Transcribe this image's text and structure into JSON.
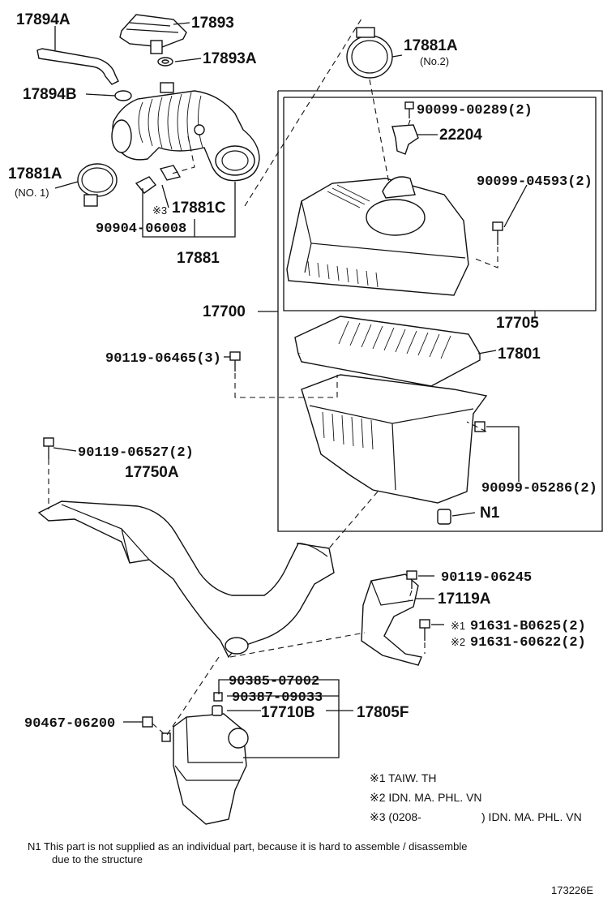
{
  "parts": {
    "p17894A": "17894A",
    "p17893": "17893",
    "p17893A": "17893A",
    "p17894B": "17894B",
    "p17881A_1": "17881A",
    "p17881A_1_sub": "(NO. 1)",
    "p17881C": "17881C",
    "p17881C_mark": "※3",
    "p90904": "90904-06008",
    "p17881": "17881",
    "p17881A_2": "17881A",
    "p17881A_2_sub": "(No.2)",
    "p90099_00289": "90099-00289(2)",
    "p22204": "22204",
    "p90099_04593": "90099-04593(2)",
    "p17700": "17700",
    "p17705": "17705",
    "p90119_06465": "90119-06465(3)",
    "p17801": "17801",
    "p90119_06527": "90119-06527(2)",
    "p17750A": "17750A",
    "p90099_05286": "90099-05286(2)",
    "pN1": "N1",
    "p90119_06245": "90119-06245",
    "p17119A": "17119A",
    "p91631_B0625": "91631-B0625(2)",
    "p91631_B0625_mark": "※1",
    "p91631_60622": "91631-60622(2)",
    "p91631_60622_mark": "※2",
    "p90385": "90385-07002",
    "p90387": "90387-09033",
    "p17710B": "17710B",
    "p17805F": "17805F",
    "p90467": "90467-06200"
  },
  "legend": {
    "l1": "※1  TAIW. TH",
    "l2": "※2  IDN. MA. PHL. VN",
    "l3_a": "※3 (0208-",
    "l3_b": ") IDN. MA. PHL. VN"
  },
  "footnote": {
    "line1": "N1  This part is not supplied as an individual part, because it is hard to assemble / disassemble",
    "line2": "due to the structure"
  },
  "diagram_id": "173226E"
}
